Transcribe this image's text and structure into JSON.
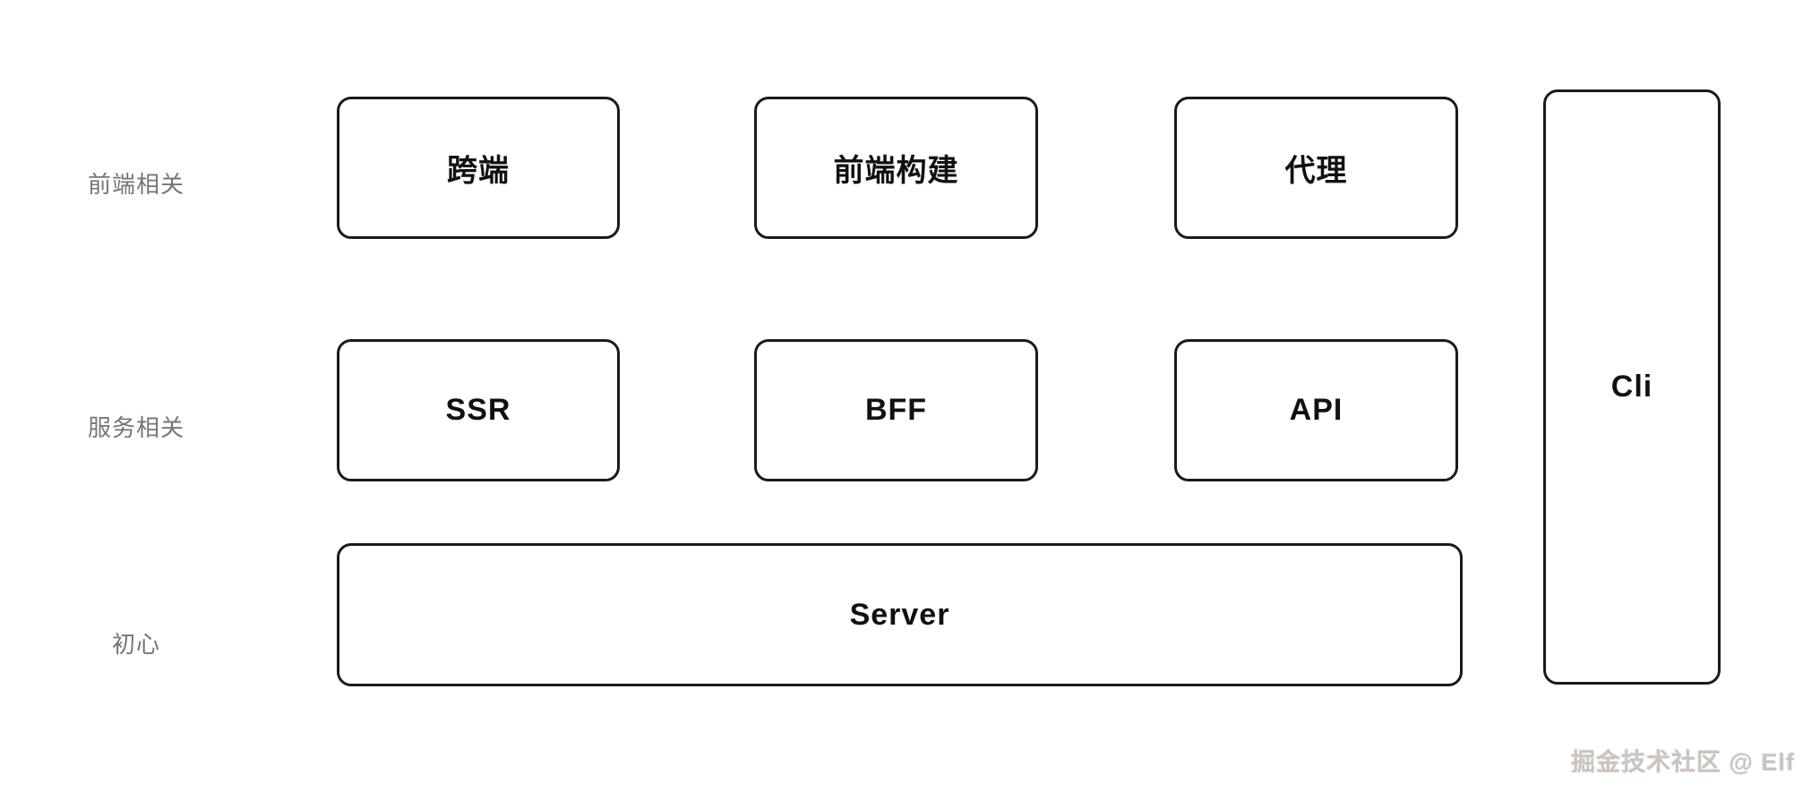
{
  "diagram": {
    "rows": [
      {
        "label": "前端相关",
        "boxes": [
          "跨端",
          "前端构建",
          "代理"
        ]
      },
      {
        "label": "服务相关",
        "boxes": [
          "SSR",
          "BFF",
          "API"
        ]
      },
      {
        "label": "初心",
        "boxes": [
          "Server"
        ]
      }
    ],
    "side_box": {
      "label": "Cli"
    },
    "watermark": "掘金技术社区 @ Elf",
    "colors": {
      "background": "#ffffff",
      "box_border": "#1a1a1a",
      "box_text": "#111111",
      "row_label": "#757575",
      "watermark": "#c9c4c0"
    }
  }
}
